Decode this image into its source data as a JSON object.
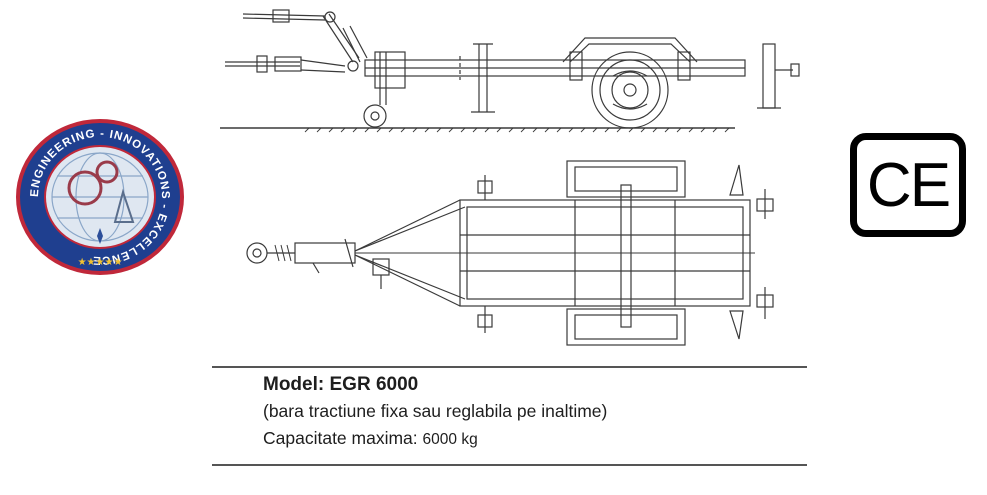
{
  "emblem": {
    "ring_text": "ENGINEERING - INNOVATIONS - EXCELLENCE",
    "stars": "★★★★★",
    "colors": {
      "ring": "#1f3f8f",
      "border": "#c0283a",
      "globe": "#8aa6c8",
      "star": "#f2c230"
    }
  },
  "ce_mark": {
    "text": "CE",
    "color": "#000000"
  },
  "caption": {
    "model_label": "Model:",
    "model_value": "EGR 6000",
    "note": "(bara tractiune fixa sau reglabila pe inaltime)",
    "capacity_label": "Capacitate maxima:",
    "capacity_value": "6000 kg"
  },
  "drawing": {
    "line_color": "#3a3a3a"
  }
}
